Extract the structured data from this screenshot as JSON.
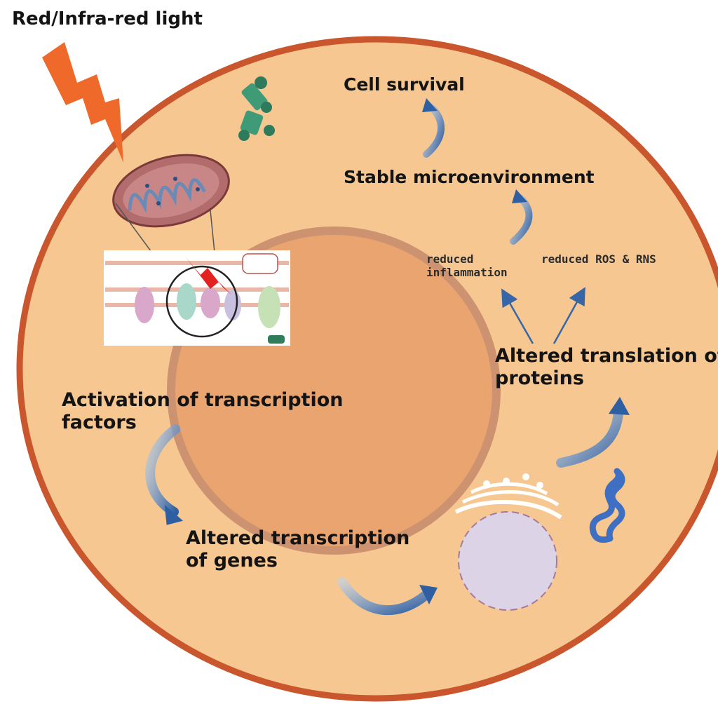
{
  "light_source": {
    "label": "Red/Infra-red light",
    "bolt_color": "#ef6a2a"
  },
  "cell": {
    "cytoplasm_color": "#f6c790",
    "membrane_color": "#c9562c",
    "nucleus_color": "#e9a46f",
    "nuclear_envelope_color": "#c98a62"
  },
  "pathway": {
    "activation": "Activation of transcription\nfactors",
    "transcription": "Altered transcription\nof genes",
    "translation": "Altered translation of\nproteins",
    "reduced_inflammation": "reduced\ninflammation",
    "reduced_ros": "reduced ROS & RNS",
    "microenvironment": "Stable microenvironment",
    "survival": "Cell survival"
  },
  "arrow_color": "#3766a8",
  "icons": [
    "lightning-bolt-icon",
    "mitochondrion-icon",
    "microtubule-icon",
    "electron-transport-chain-inset",
    "endoplasmic-reticulum-icon",
    "vesicle-icon",
    "protein-icon"
  ]
}
